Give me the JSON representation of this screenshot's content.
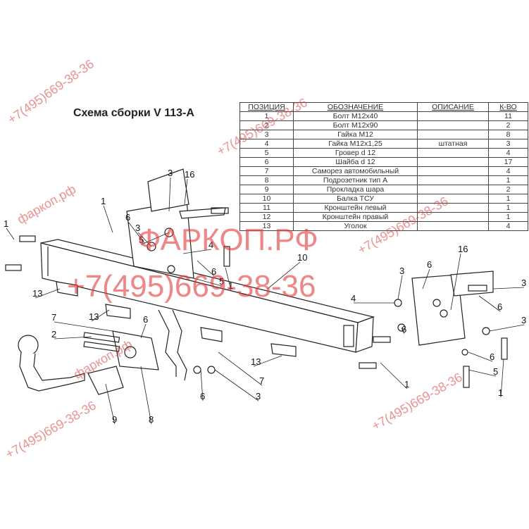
{
  "title": "Схема сборки V 113-A",
  "table": {
    "headers": [
      "ПОЗИЦИЯ",
      "ОБОЗНАЧЕНИЕ",
      "ОПИСАНИЕ",
      "К-ВО"
    ],
    "rows": [
      [
        "1",
        "Болт М12х40",
        "",
        "11"
      ],
      [
        "2",
        "Болт М12х90",
        "",
        "2"
      ],
      [
        "3",
        "Гайка М12",
        "",
        "8"
      ],
      [
        "4",
        "Гайка  М12х1,25",
        "штатная",
        "3"
      ],
      [
        "5",
        "Гровер d 12",
        "",
        "4"
      ],
      [
        "6",
        "Шайба d 12",
        "",
        "17"
      ],
      [
        "7",
        "Саморез автомобильный",
        "",
        "4"
      ],
      [
        "8",
        "Подрозетник тип А",
        "",
        "1"
      ],
      [
        "9",
        "Прокладка шара",
        "",
        "2"
      ],
      [
        "10",
        "Балка ТСУ",
        "",
        "1"
      ],
      [
        "11",
        "Кронштейн левый",
        "",
        "1"
      ],
      [
        "12",
        "Кронштейн правый",
        "",
        "1"
      ],
      [
        "13",
        "Уголок",
        "",
        "4"
      ]
    ]
  },
  "callouts": [
    "1",
    "1",
    "3",
    "16",
    "6",
    "3",
    "5",
    "4",
    "6",
    "5",
    "1",
    "10",
    "13",
    "7",
    "13",
    "2",
    "6",
    "8",
    "9",
    "6",
    "3",
    "7",
    "13",
    "3",
    "6",
    "16",
    "4",
    "3",
    "6",
    "3",
    "6",
    "6",
    "5",
    "1",
    "1"
  ],
  "watermark": {
    "site": "ФАРКОП.РФ",
    "phone": "+7(495)669-38-36",
    "site_small": "фаркоп.рф",
    "color": "#e33333"
  }
}
